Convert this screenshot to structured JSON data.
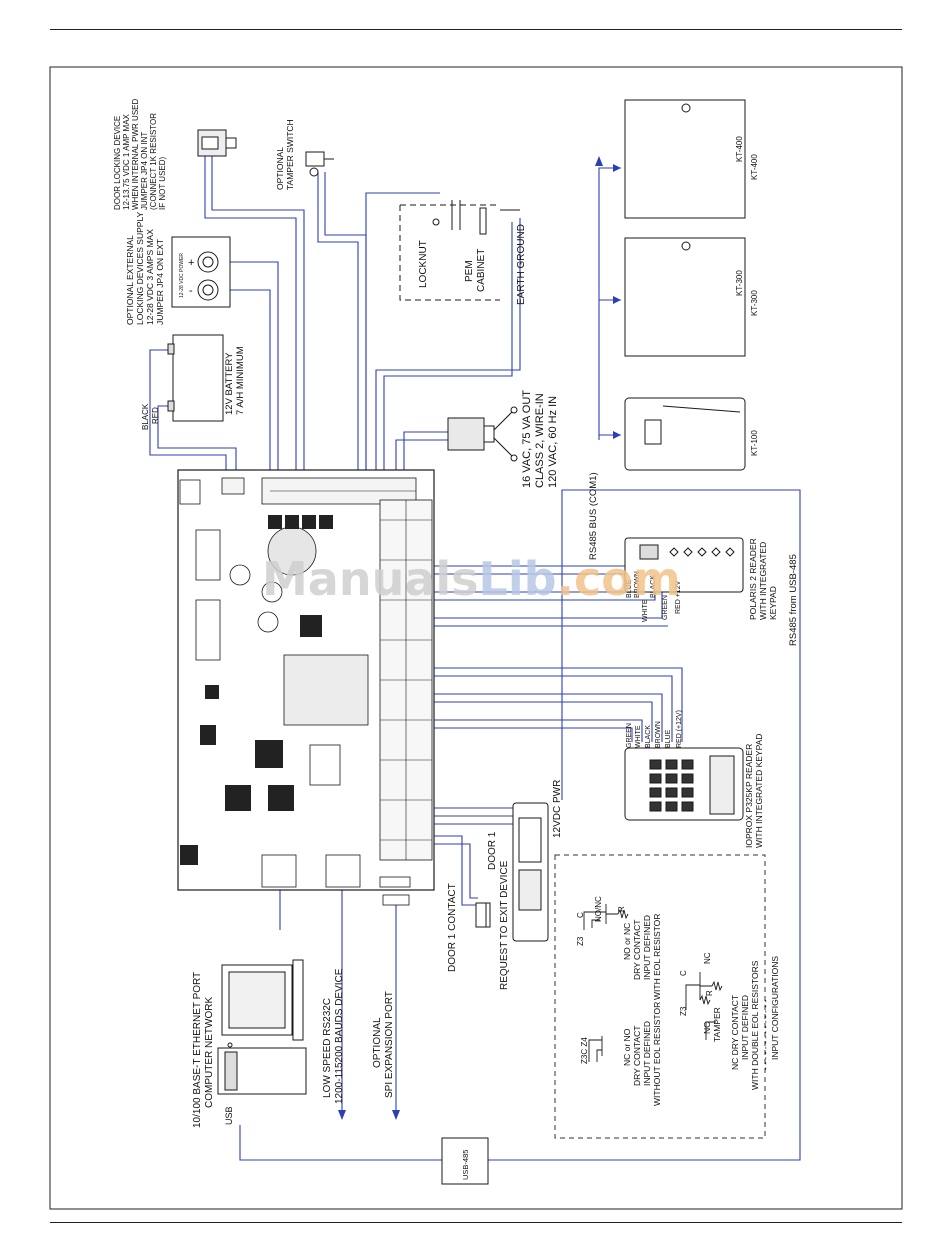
{
  "labels": {
    "door_lock": [
      "DOOR LOCKING DEVICE",
      "12-13.75 VDC 1 AMP MAX",
      "WHEN INTERNAL PWR USED",
      "JUMPER JP4 ON INT",
      "(CONNECT 1K RESISTOR",
      "IF NOT USED)"
    ],
    "tamper": [
      "OPTIONAL",
      "TAMPER SWITCH"
    ],
    "ext_supply": [
      "OPTIONAL EXTERNAL",
      "LOCKING DEVICES SUPPLY",
      "12-28 VDC 3 AMPS MAX",
      "JUMPER JP4 ON EXT"
    ],
    "power_header": "12-28 VDC POWER",
    "battery": [
      "12V BATTERY",
      "7 A/H MINIMUM"
    ],
    "battery_leads": [
      "BLACK",
      "RED"
    ],
    "locknut": "LOCKNUT",
    "cabinet": [
      "PEM",
      "CABINET"
    ],
    "earth": "EARTH GROUND",
    "transformer": [
      "16 VAC, 75 VA OUT",
      "CLASS 2, WIRE-IN",
      "120 VAC, 60 Hz IN"
    ],
    "rs485_bus": "RS485 BUS (COM1)",
    "rs485_usb": "RS485 from USB-485",
    "kt400": "KT-400",
    "kt300": "KT-300",
    "kt100": "KT-100",
    "polaris": [
      "POLARIS 2 READER",
      "WITH INTEGRATED",
      "KEYPAD"
    ],
    "polaris_wires": [
      "BLUE",
      "BROWN",
      "BLACK",
      "WHITE",
      "GREEN",
      "RED +12V"
    ],
    "ioprox": [
      "IOPROX P325KP READER",
      "WITH INTEGRATED KEYPAD"
    ],
    "ioprox_wires": [
      "GREEN",
      "WHITE",
      "BLACK",
      "BROWN",
      "BLUE",
      "RED (+12V)"
    ],
    "pwr12": "12VDC PWR",
    "rex": [
      "DOOR 1",
      "REQUEST TO EXIT DEVICE"
    ],
    "door_contact": "DOOR 1 CONTACT",
    "ethernet": [
      "10/100 BASE-T ETHERNET PORT",
      "COMPUTER NETWORK"
    ],
    "rs232": [
      "LOW SPEED RS232C",
      "1200-115200 BAUDS DEVICE"
    ],
    "spi": [
      "OPTIONAL",
      "SPI EXPANSION PORT"
    ],
    "usb": "USB",
    "usb485": "USB-485",
    "cfg_eol": [
      "NO or NC",
      "DRY CONTACT",
      "INPUT DEFINED",
      "WITH EOL RESISTOR"
    ],
    "cfg_deol": [
      "NC DRY CONTACT",
      "INPUT DEFINED",
      "WITH DOUBLE EOL RESISTORS",
      "- - - - - - - - - - - - - -",
      "INPUT CONFIGURATIONS"
    ],
    "cfg_noeol": [
      "NC or NO",
      "DRY CONTACT",
      "INPUT DEFINED",
      "WITHOUT EOL RESISTOR"
    ],
    "tamper_nc": [
      "NC",
      "TAMPER"
    ],
    "z3": "Z3",
    "z3c_z4": "Z3C Z4",
    "nc": "NC",
    "c": "C",
    "r": "R",
    "no_nc": "NO/NC",
    "plus": "+",
    "minus": "-",
    "watermark": [
      "Manuals",
      "Lib",
      ".com"
    ]
  },
  "colors": {
    "wire": "#2b3fb8",
    "line": "#1a1a1a",
    "watermark_gray": "#cfcfcf",
    "watermark_blue": "#b8c7e6",
    "watermark_orange": "#f3c38a"
  }
}
